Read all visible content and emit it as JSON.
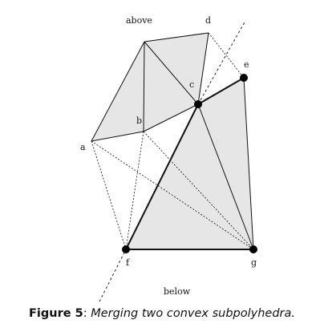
{
  "diagram": {
    "fill_color": "#e6e6e6",
    "stroke_color": "#111111",
    "labels": {
      "above": "above",
      "below": "below",
      "a": "a",
      "b": "b",
      "c": "c",
      "d": "d",
      "e": "e",
      "f": "f",
      "g": "g"
    }
  },
  "caption": {
    "number": "Figure 5",
    "separator": ": ",
    "text": "Merging two convex subpolyhedra."
  }
}
